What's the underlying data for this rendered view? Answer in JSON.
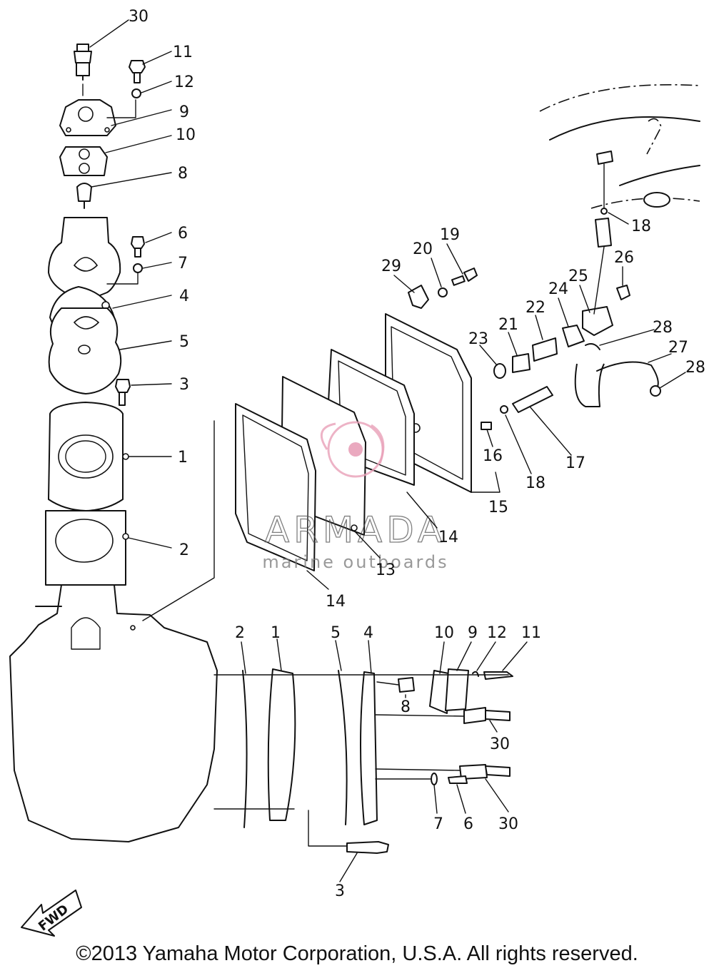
{
  "watermark": {
    "title": "ARMADA",
    "subtitle": "marine outboards",
    "brand_color": "#e8a0b8"
  },
  "fwd_label": "FWD",
  "copyright": "©2013 Yamaha Motor Corporation, U.S.A. All rights reserved.",
  "callouts": {
    "c30a": "30",
    "c11a": "11",
    "c12a": "12",
    "c9a": "9",
    "c10a": "10",
    "c8a": "8",
    "c6a": "6",
    "c7a": "7",
    "c4a": "4",
    "c5a": "5",
    "c3a": "3",
    "c1a": "1",
    "c2a": "2",
    "c18a": "18",
    "c19": "19",
    "c20": "20",
    "c29": "29",
    "c26": "26",
    "c25": "25",
    "c24": "24",
    "c22": "22",
    "c21": "21",
    "c23": "23",
    "c28a": "28",
    "c27": "27",
    "c28b": "28",
    "c16": "16",
    "c18b": "18",
    "c17": "17",
    "c15": "15",
    "c14a": "14",
    "c13": "13",
    "c14b": "14",
    "c2b": "2",
    "c1b": "1",
    "c5b": "5",
    "c4b": "4",
    "c10b": "10",
    "c9b": "9",
    "c12b": "12",
    "c11b": "11",
    "c8b": "8",
    "c30b": "30",
    "c7b": "7",
    "c6b": "6",
    "c30c": "30",
    "c3b": "3"
  }
}
